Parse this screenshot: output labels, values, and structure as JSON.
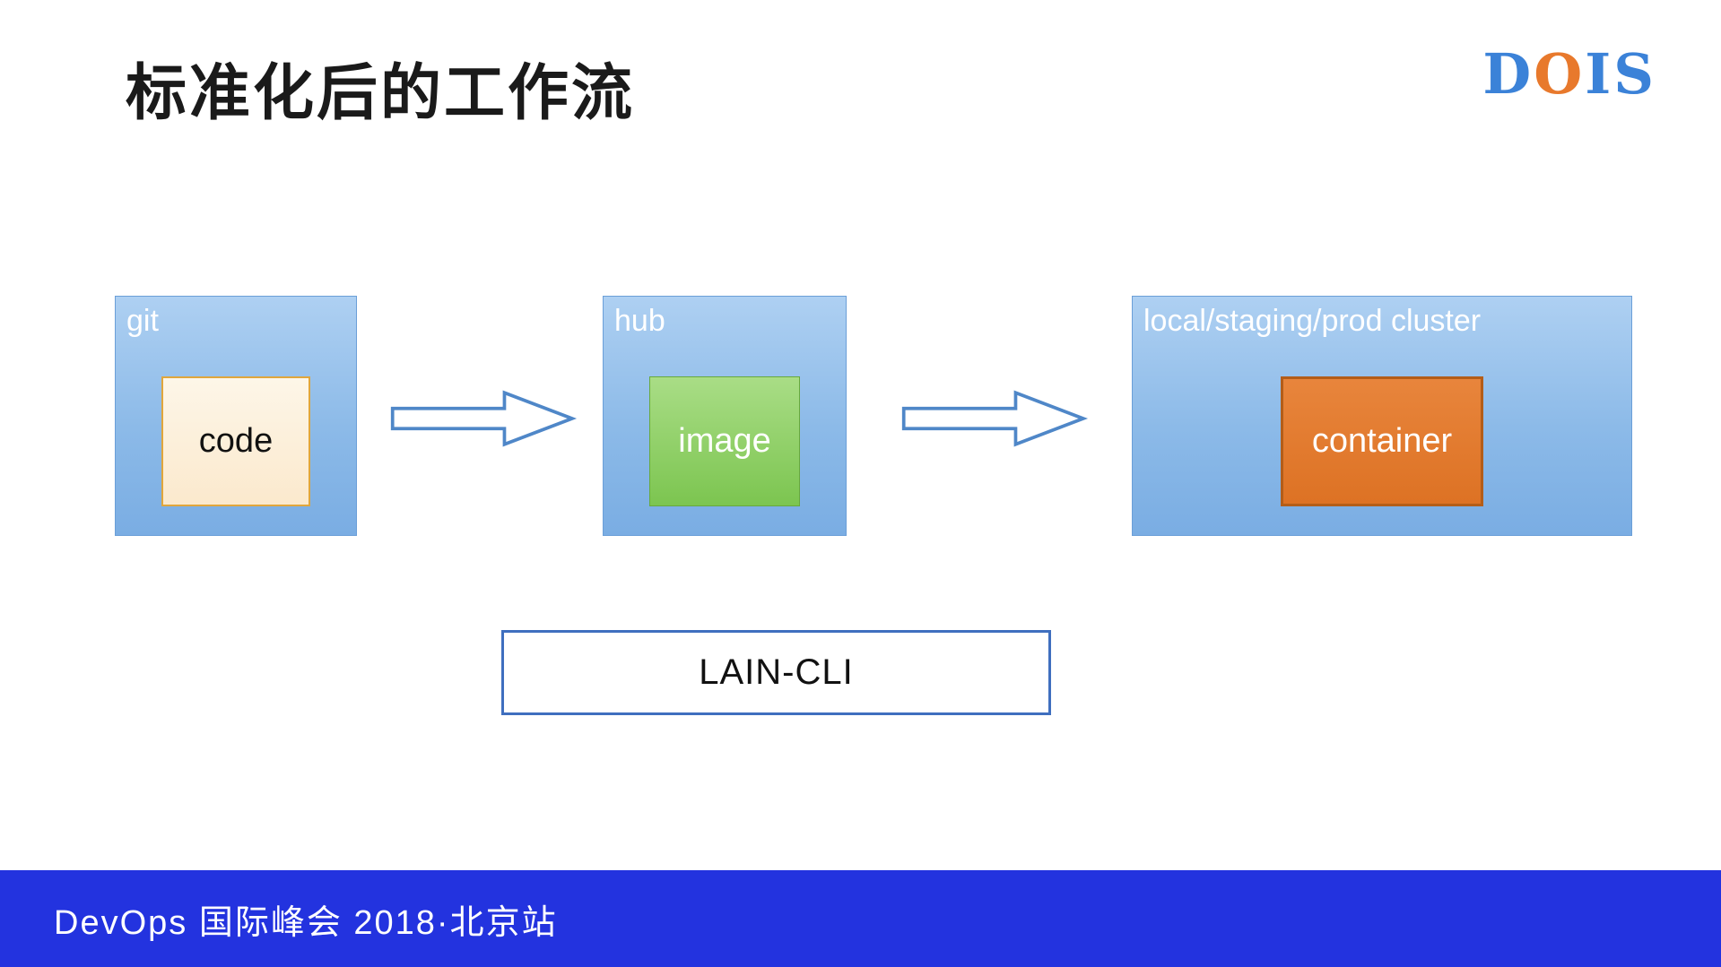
{
  "slide": {
    "title": "标准化后的工作流",
    "footer": "DevOps 国际峰会 2018·北京站"
  },
  "logo": {
    "letters": [
      {
        "char": "D",
        "color": "#3b82d8"
      },
      {
        "char": "O",
        "color": "#e8792c"
      },
      {
        "char": "I",
        "color": "#3b82d8"
      },
      {
        "char": "S",
        "color": "#3b82d8"
      }
    ]
  },
  "diagram": {
    "nodes": [
      {
        "label": "git",
        "inner_label": "code"
      },
      {
        "label": "hub",
        "inner_label": "image"
      },
      {
        "label": "local/staging/prod cluster",
        "inner_label": "container"
      }
    ],
    "arrows": [
      {
        "icon": "block-arrow-right"
      },
      {
        "icon": "block-arrow-right"
      }
    ],
    "cli_box_label": "LAIN-CLI"
  },
  "colors": {
    "node_fill_top": "#aed0f2",
    "node_fill_bottom": "#7aade3",
    "node_border": "#6b9fd8",
    "code_fill": "#fdf0da",
    "code_border": "#e0a63c",
    "image_fill": "#8cce5e",
    "image_border": "#68a93c",
    "container_fill": "#e17b2e",
    "container_border": "#b45d18",
    "arrow_stroke": "#4f87c8",
    "cli_border": "#3f6fbf",
    "footer_bg": "#2333df",
    "logo_blue": "#3b82d8",
    "logo_orange": "#e8792c"
  }
}
